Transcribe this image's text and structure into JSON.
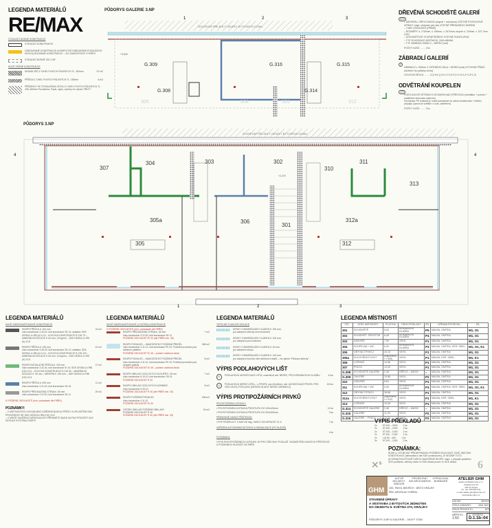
{
  "logo": {
    "text": "RE/MAX"
  },
  "legend_top": {
    "title": "LEGENDA MATERIÁLŮ",
    "groups": [
      {
        "heading": "STÁVAJÍCÍ NOSNÉ KONSTRUKCE",
        "items": [
          {
            "text": "STÁVAJÍCÍ KONSTRUKCE"
          },
          {
            "text": "ODBOURANÉ KONSTRUKCE (KOMPLETNÍ ODBOURÁNÍ STÁVAJÍCÍHO KROVU) BOURANÉ KONSTRUKCE – VIZ SAMOSTATNÝ VÝKRES"
          },
          {
            "text": "STÁVAJÍCÍ NOSNÉ ZDI 2.NP"
          }
        ]
      },
      {
        "heading": "NOVÉ ZDĚNÉ KONSTRUKCE",
        "items": [
          {
            "text": "NOSNÁ ZEĎ Z CIHEL PLNÝCH PÁLENÝCH TL. 300mm",
            "qty": "57 m2"
          },
          {
            "text": "PŘÍČKA Z CIHEL PLNÝCH PÁLENÝCH TL. 150mm",
            "qty": "6 m2"
          },
          {
            "text": "PŘÍZDÍVKY KE STÁVAJÍCÍMU ZDIVU Z CIHEL PLNÝCH PÁLENÝCH TL. 150–450mm Poznámka: Popis, výpis, výměry viz výkres \"ŘEZY\"."
          }
        ]
      }
    ]
  },
  "galerie_plan": {
    "title": "PŮDORYS GALERIE 3.NP",
    "neighbor": "SOUSEDNÍ PŘILEHLÝ OBJEKT BYTOVÉHO DOMU",
    "rooms": [
      "G.309",
      "G.316",
      "G.315",
      "G.308",
      "G.314"
    ],
    "ghost_rooms": [
      "305",
      "306",
      "301",
      "312"
    ],
    "level_tag": "+3,640",
    "axes": [
      "1",
      "2",
      "3"
    ]
  },
  "main_plan": {
    "title": "PŮDORYS 3.NP",
    "neighbor": "SOUSEDNÍ PŘILEHLÝ OBJEKT BYTOVÉHO DOMU",
    "rooms": [
      "307",
      "304",
      "303",
      "302",
      "310",
      "311",
      "313",
      "305a",
      "306",
      "301",
      "312a",
      "305",
      "312"
    ],
    "level_tag": "+2,270",
    "axes": [
      "1",
      "2",
      "3"
    ],
    "section": "4"
  },
  "right_top": {
    "stairs": {
      "title": "DŘEVĚNÁ SCHODIŠTĚ GALERIÍ",
      "tag": "SCH",
      "lines": [
        "– MATERIÁL: DŘEVO MASIV (stupně + schodnice) VČETNĚ POVRCHOVÉ ÚPRAVY (např. olejování atd. lak) VČETNĚ PŘÍPADNÉHO MOŘENÍ",
        "– TVAR: KOSOÚHLÉ (PŘÍMÉ)",
        "– ROZMĚRY: d. 2760mm, š. 900mm, v. 2570mm; stupně: š. 230mm, v. 197,7mm (13x)",
        "– SCHODIŠŤOVÉ STUPNĚ ŘEŠENÝ VČETNĚ PODSTUPNIC",
        "– TYP SCHODNICE (BOČNICE): ZADLABANÁ",
        "– TYP ZÁBRADLÍ MADLO – NEREZ (mat)"
      ],
      "count_label": "POČET KUSŮ:",
      "count": "2 ks"
    },
    "railing": {
      "title": "ZÁBRADLÍ GALERIÍ",
      "tag": "Z",
      "lines": [
        "ZÁBRADLÍ v. 900mm Z LEPENÉHO SKLA + NEREZ (mat) KOTVENÉ PŘÍMO (ukotvení do podlahy shora)"
      ],
      "length_label": "CELKOVÁ DÉLKA:",
      "length": "12,2 bm (1,6+1,2+1,6+2,1+1,6+1,2+1,3+1,2)"
    },
    "vent": {
      "title": "ODVĚTRÁNÍ KOUPELEN",
      "tag": "VZT",
      "lines": [
        "PODTLAKOVÉ VĚTRÁNÍ S ODTAHEM NAD STŘECHOU (ventilátor + potrubí + nadstřešní koncovka výdechu)",
        "Poznámka: Při realizaci je nutné pamatovat na odvod kondenzátu + elektro přípojku (vývod ke světlům i s čas. doběhem)."
      ],
      "count_label": "POČET KUSŮ:",
      "count": "2 ks"
    }
  },
  "legend_sdk": {
    "title": "LEGENDA MATERIÁLŮ",
    "heading": "NOVÉ SÁDROKARTONOVÉ KONSTRUKCE",
    "items": [
      {
        "name": "RIGIPS PŘÍČKA tl. 100 mm",
        "desc": "číslo konstrukce 3.40.02, kód konstrukce SK 12; skladba: SDK DESKA 1x RB (A) 12,5 – KOVOVÁ KONSTRUKCE R-CW 75 – MINERÁLNÍ IZOLACE tl. 60 mm, 15 kg/m3 – SDK DESKA 1x RB (A) 12,5",
        "qty": "31 m2",
        "color": "#555"
      },
      {
        "name": "RIGIPS PŘÍČKA tl. 125 mm",
        "desc": "číslo konstrukce 3.40.03, kód konstrukce SK 12; skladba: SDK DESKA 1x RB (A) 12,5 – KOVOVÁ KONSTRUKCE R-CW 100 – MINERÁLNÍ IZOLACE tl. 60 mm, 15 kg/m3 – SDK DESKA 1x RB (A) 12,5",
        "qty": "10 m2",
        "color": "#777"
      },
      {
        "name": "RIGIPS INSTALAČNÍ PŘÍČKA tl. 300 mm",
        "desc": "číslo konstrukce 3.41.04, kód konstrukce IK 24; SDK DESKA 2x RBI (H2) 12,5 – KOVOVÁ KONSTRUKCE R-CW 50 – MINERÁLNÍ IZOLACE tl. 50 mm – MEZERA tl. 150 mm – SDK DESKA 2x RBI (H2) 12,5",
        "qty": "27 m2",
        "color": "#6dbb7a"
      },
      {
        "name": "RIGIPS PŘÍČKA tl. 205 mm",
        "desc": "číslo konstrukce 3.41.02, kód konstrukce SK 24",
        "qty": "11 m2",
        "color": "#5a7fa8"
      },
      {
        "name": "RIGIPS PŘEDSAZENÁ STĚNA tl. 65 mm",
        "desc": "číslo konstrukce 3.22.00, kód konstrukce SK 11",
        "qty": "20 m2",
        "color": "#999"
      }
    ],
    "fire_heading": "S POŽÁRNÍ ODOLNOSTÍ (min. požadavek dle PBŘS)"
  },
  "notes_left": {
    "title": "POZNÁMKY:",
    "lines": [
      "– V MÍSTNOSTECH SOCIÁLNÍHO ZAŘÍZENÍ BUDOU PŘÍČKY A OPLÁŠTĚNÍ SDK PROVEDENY SE SDK DESKOU RBI (H2) 12,5",
      "– V MÍSTĚ ZAVĚŠENÍ ZAŘIZOVACÍCH PŘEDMĚTŮ BUDE NUTNO PROVÉST DLE DETAILŮ SYSTÉMU RIGIPS"
    ]
  },
  "legend_fire": {
    "title": "LEGENDA MATERIÁLŮ",
    "heading": "NOVÉ SÁDROKARTONOVÉ (+OSTRIS) KONSTRUKCE",
    "fire_heading": "S POŽÁRNÍ ODOLNOSTÍ (min. požadavek dle PBŘS)",
    "items": [
      {
        "name": "RIGIPS PŘEDSAZENÁ STĚNA tl. 65 mm",
        "desc": "číslo konstrukce 3.22.00, kód konstrukce SK 11",
        "fire": "POŽÁRNÍ ODOLNOST EI 30 (dle PBŘS min. 30)",
        "qty": "7 m2"
      },
      {
        "name": "RIGIPS PODHLED – SAMOSTATNÝ POŽÁRNÍ PŘEDĚL",
        "desc": "číslo konstrukce 4.11.12, kód konstrukce PK 22; Podhled proveden pod střešním pláštěm.",
        "fire": "POŽÁRNÍ ODOLNOST EI 45 – požární odolnost zdola",
        "qty": "268 m2"
      },
      {
        "name": "RIGIPS PODHLED – SAMOSTATNÝ POŽÁRNÍ PŘEDĚL",
        "desc": "číslo konstrukce 4.11.12, kód konstrukce PK 22; Podhled proveden pod stropem galerie.",
        "fire": "POŽÁRNÍ ODOLNOST EI 45 – požární odolnost zdola",
        "qty": "8 m2"
      },
      {
        "name": "RIGIPS OBKLAD OCELOVÝCH SLOUPŮ tl. 20 mm",
        "desc": "číslo konstrukce 6.10.10, kód konstrukce OK 01",
        "fire": "POŽÁRNÍ ODOLNOST R 30",
        "qty": "7 m2"
      },
      {
        "name": "RIGIPS OBKLAD OCELOVÝCH NOSNÍKŮ",
        "desc": "číslo konstrukce 6.20.10",
        "fire": "POŽÁRNÍ ODOLNOST R 30 (dle PBŘS min. 30)",
        "qty": "8 m2"
      },
      {
        "name": "RIGIPS POŽÁRNÍ PODHLED",
        "desc": "číslo konstrukce 4.11.12",
        "fire": "POŽÁRNÍ ODOLNOST EI 30",
        "qty": "168 m2"
      },
      {
        "name": "OSTRIS OBKLAD POŽÁRNÍ OBKLADY",
        "desc": "POŽÁRNÍ ODOLNOST R 30",
        "fire": "POŽÁRNÍ ODOLNOST R 30 (dle PBŘS min. 30)",
        "qty": "15 m2"
      }
    ]
  },
  "legend_thermal": {
    "title": "LEGENDA MATERIÁLŮ",
    "heading": "TEPELNĚ ZVUKOVÉ IZOLACE",
    "items": [
      {
        "name": "DESKY Z MINERÁLNÍCH VLÁKEN tl. 200 mm",
        "desc": "pro zateplení střechy mezi krokvemi"
      },
      {
        "name": "DESKY Z MINERÁLNÍCH VLÁKEN tl. 100 mm",
        "desc": "pro zateplení pod krokvemi"
      },
      {
        "name": "DESKY Z MINERÁLNÍCH VLÁKEN tl. 40 mm",
        "desc": "pro zateplení stropu"
      },
      {
        "name": "DESKY Z MINERÁLNÍCH VLÁKEN tl. 120 mm",
        "desc": "pro zateplení bočních stěn střešních vikýřů – viz výkres \"Půdorys střechy\"."
      }
    ]
  },
  "skirting": {
    "title": "VÝPIS PODLAHOVÝCH LIŠT",
    "items": [
      {
        "tag": "L1",
        "text": "PODLAHOVÁ UKONČOVACÍ LIŠTA, materiál Al atd. NEREZ, PRO KERAMICKOU DLAŽBU",
        "qty": "4 bm"
      },
      {
        "tag": "L2",
        "text": "PODLAHOVÁ NEREZ LIŠTA – L-PROFIL cca 40x40mm, atd. UKONČOVACÍ PROFIL PRO VINYLOVOU PODLAHU (DESIGN SLADIT NEREZ ZÁBRADLÍ)",
        "qty": "15 bm"
      }
    ]
  },
  "fire_items": {
    "title": "VÝPIS PROTIPOŽÁRNÍCH PRVKŮ",
    "sections": [
      {
        "heading": "PROTIPOŽÁRNÍ UCPÁVKY:",
        "items": [
          {
            "text": "• PROTIPOŽÁRNÍ UCPÁVKA PROSTUPU DO 100x100mm",
            "qty": "10 ks"
          },
          {
            "text": "• PROTIPOŽÁRNÍ UCPÁVKA PROSTUPU DO 200x200mm",
            "qty": "3 ks"
          }
        ]
      },
      {
        "heading": "PŘENOSNÉ HASICÍ PŘÍSTROJE:",
        "items": [
          {
            "text": "• PHP PRÁŠKOVÝ S NÁPLNÍ 6kg, HASICÍ SCHOPNOST 21 A",
            "qty": "7 ks"
          }
        ]
      },
      {
        "heading": "ZAŘÍZENÍ AUTONOMNÍ DETEKCE A SIGNALIZACE (PO HLÁSIČ)",
        "items": [
          {
            "text": "",
            "qty": "4 ks"
          }
        ]
      },
      {
        "heading": "POZNÁMKA:",
        "items": [
          {
            "text": "VÝPIS PROTIPOŽÁRNÍCH UCPÁVEK JE PRO VŠECHNY PODLAŽÍ. ROZMÍSTĚNÍ HASICÍCH PŘÍSTROJŮ A POŽÁRNÍCH HLÁSIČŮ VIZ PBŘS",
            "qty": ""
          }
        ]
      }
    ]
  },
  "rooms_table": {
    "title": "LEGENDA MÍSTNOSTÍ",
    "headers": [
      "ČÍS.",
      "ÚČEL MÍSTNOSTI",
      "PLOCHA",
      "DRUH PODLAHY",
      "ZN.",
      "ÚPRAVA POVRCHU",
      "ZN."
    ],
    "rows": [
      [
        "301",
        "SCHODIŠTĚ",
        "5,63",
        "KERAMICKÁ DLAŽBA",
        "P5",
        "MALBA, OMÍTKA",
        "M1, O1"
      ],
      [
        "302",
        "SCHODIŠŤ. PROSTOR",
        "8,48",
        "KERAMICKÁ DLAŽBA",
        "P4",
        "MALBA, OMÍTKA",
        "M1, O1"
      ],
      [
        "303",
        "ZÁDVEŘÍ",
        "7,90",
        "VINYL",
        "P1",
        "MALBA, OMÍTKA",
        "M1, O1"
      ],
      [
        "304",
        "KOUPELNA + WC",
        "6,00",
        "KERAMICKÁ DLAŽBA",
        "P3",
        "MALBA, OMÍTKA, KER. OBKL.",
        "M1, O1, K1"
      ],
      [
        "305",
        "OBÝVACÍ POKOJ",
        "44,15",
        "VINYL",
        "P1",
        "MALBA, OMÍTKA",
        "M1, O1"
      ],
      [
        "305a",
        "KUCHYŇSKÝ KOUT",
        "(započteno v ř.305)",
        "VINYL",
        "P1",
        "MALBA, KER. OBKL.",
        "M1, K1"
      ],
      [
        "306",
        "LOŽNICE",
        "14,56",
        "VINYL",
        "P1",
        "MALBA, OMÍTKA",
        "M1, O1"
      ],
      [
        "307",
        "POKOJ",
        "14,49",
        "VINYL",
        "P1",
        "MALBA, OMÍTKA",
        "M1, O1"
      ],
      [
        "G.308",
        "SCHODIŠTĚ GALERIE",
        "2,48",
        "DŘEVO – MASIV",
        "–",
        "MALBA, OMÍTKA",
        "M1, O1"
      ],
      [
        "G.309",
        "GALERIE",
        "15,86",
        "VINYL",
        "P2",
        "MALBA, OMÍTKA",
        "M1, O1"
      ],
      [
        "310",
        "ZÁDVEŘÍ",
        "6,64",
        "VINYL",
        "P1",
        "MALBA, OMÍTKA",
        "M1, O1"
      ],
      [
        "311",
        "KOUPELNA + WC",
        "5,06",
        "KERAMICKÁ DLAŽBA",
        "P3",
        "MALBA, OMÍTKA, KER. OBKL.",
        "M1, O1, K1"
      ],
      [
        "312",
        "OBÝVACÍ POKOJ",
        "38,88",
        "VINYL",
        "P1",
        "MALBA, OMÍTKA",
        "M1, O1"
      ],
      [
        "312a",
        "KUCHYŇSKÝ KOUT",
        "(započteno v ř.312)",
        "VINYL",
        "P1",
        "MALBA, KER. OBKL.",
        "M1, K1"
      ],
      [
        "313",
        "LOŽNICE",
        "10,36",
        "VINYL",
        "P1",
        "MALBA, OMÍTKA",
        "M1, O1"
      ],
      [
        "G.314",
        "SCHODIŠTĚ GALERIE",
        "2,48",
        "DŘEVO – MASIV",
        "–",
        "MALBA, OMÍTKA",
        "M1, O1"
      ],
      [
        "G.315",
        "GALERIE",
        "11,94",
        "VINYL",
        "P2",
        "MALBA, OMÍTKA",
        "M1, O1"
      ],
      [
        "G.316",
        "GALERIE – POKOJ",
        "12,24",
        "VINYL",
        "P2",
        "MALBA, OMÍTKA",
        "M1, O1"
      ]
    ]
  },
  "lintels": {
    "title": "VÝPIS PŘEKLADŮ",
    "rows": [
      [
        "2x",
        "ST.100 – 3000",
        "1 ks"
      ],
      [
        "2x",
        "ST.100 – 1500",
        "1 ks"
      ],
      [
        "2x",
        "ST.100 – 1400",
        "1 ks"
      ],
      [
        "2x",
        "ST.100 – 1300",
        "1 ks"
      ],
      [
        "2x",
        "L.Ø.50 – 600",
        "1 ks"
      ],
      [
        "3x",
        "ST.100 – 1300",
        "2 ks"
      ]
    ]
  },
  "note_right": {
    "title": "POZNÁMKA:",
    "text": "BUDE-LI SPLŇOVAT PŘEDEPSANOU POŽÁRNÍ ODOLNOST TAKÉ JINÁ SDK KONSTRUKCE (alternativa k dle SDK konstrukcím), JE MOŽNÉ TUTO ALTERNATIVNÍ POUŽÍT MÍSTO NAVRŽENÉ RIGIPS. Např. v případě oplášťění SDK podhledu, střechy místo 2x SDK deska pouze 1x SDK deska.",
    "north": "S",
    "sheet_mark": "6"
  },
  "title_block": {
    "logo": "GHM",
    "headers": [
      "AUTOR",
      "PROJEKTANT",
      "VYPRACOVAL"
    ],
    "names": [
      "ING.ARCH. GREGOR",
      "ING.ARCH.MARCIN",
      "BOHMAJER"
    ],
    "role1_label": "ZAK.",
    "role1": "PAVOL BEDRÍCH",
    "role2_label": "ŘÍDÍ",
    "role2": "JAROSLAV VYBÍRAL",
    "loc_label": "MÍSTO",
    "loc": "KRÁLÍKY",
    "project": [
      "STAVEBNÍ ÚPRAVY",
      "A VESTAVBA 2 BYTOVÝCH JEDNOTEK",
      "DO OBJEKTU 5. KVĚTNA 270, KRÁLÍKY"
    ],
    "drawing": "PŮDORYS 3.NP A GALERIE – NOVÝ STAV",
    "studio": "ATELIER GHM",
    "studio_lines": [
      "ateliér architektů spol.s.r.o.",
      "Kingdomova 16",
      "746 01 Opava",
      "tel., fax: 553 652 511",
      "e-mail: atelier.ghm@seznam.cz",
      "www.atelier-ghm.cz"
    ],
    "meta": [
      [
        "DATUM",
        "08/2020"
      ],
      [
        "ČÍSLO ZAKÁZKY",
        "ZAK 163-0"
      ],
      [
        "DRUH PROJEKTU",
        "DPS"
      ]
    ],
    "scale_label": "MĚŘÍTKO",
    "scale": "1:50",
    "sheet_label": "Č. VÝKRESU",
    "sheet": "D.1.1b–04"
  }
}
